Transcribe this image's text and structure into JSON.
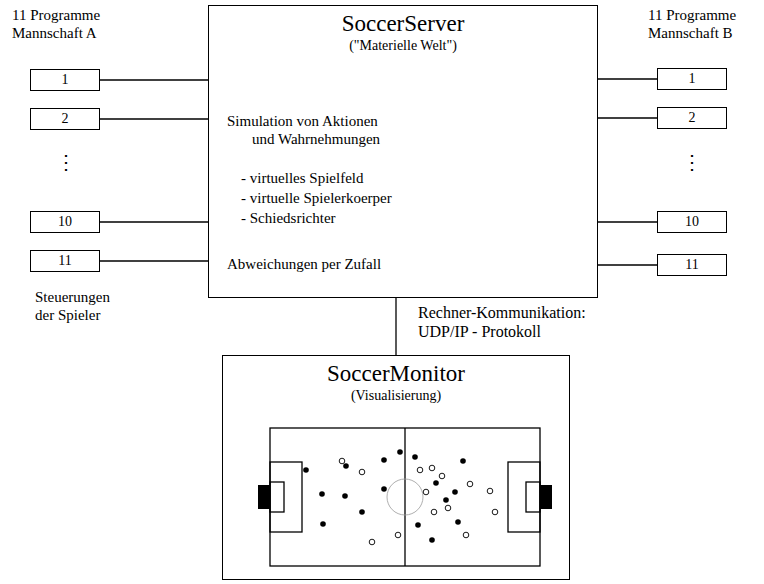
{
  "diagram": {
    "nodes": [
      {
        "text": [
          "SoccerServer",
          "(\"Materielle Welt\")",
          "Simulation von Aktionen und Wahrnehmungen",
          "- virtuelles Spielfeld",
          "- virtuelle Spielerkoerper",
          "- Schiedsrichter",
          "Abweichungen per Zufall"
        ]
      },
      {
        "text": [
          "1"
        ]
      },
      {
        "text": [
          "2"
        ]
      },
      {
        "text": [
          "10"
        ]
      },
      {
        "text": [
          "11"
        ]
      },
      {
        "text": [
          "1"
        ]
      },
      {
        "text": [
          "2"
        ]
      },
      {
        "text": [
          "10"
        ]
      },
      {
        "text": [
          "11"
        ]
      },
      {
        "text": [
          "SoccerMonitor",
          "(Visualisierung)"
        ]
      }
    ],
    "edges": [
      {
        "from": 1,
        "to": 0,
        "arrow": "none"
      },
      {
        "from": 2,
        "to": 0,
        "arrow": "none"
      },
      {
        "from": 3,
        "to": 0,
        "arrow": "none"
      },
      {
        "from": 4,
        "to": 0,
        "arrow": "none"
      },
      {
        "from": 0,
        "to": 5,
        "arrow": "none"
      },
      {
        "from": 0,
        "to": 6,
        "arrow": "none"
      },
      {
        "from": 0,
        "to": 7,
        "arrow": "none"
      },
      {
        "from": 0,
        "to": 8,
        "arrow": "none"
      },
      {
        "from": 0,
        "to": 9,
        "arrow": "none",
        "label": "Rechner-Kommunikation: UDP/IP - Protokoll"
      }
    ],
    "labels": [
      "11 Programme Mannschaft A",
      "11 Programme Mannschaft B",
      "⋮",
      "⋮",
      "Steuerungen der Spieler"
    ]
  }
}
